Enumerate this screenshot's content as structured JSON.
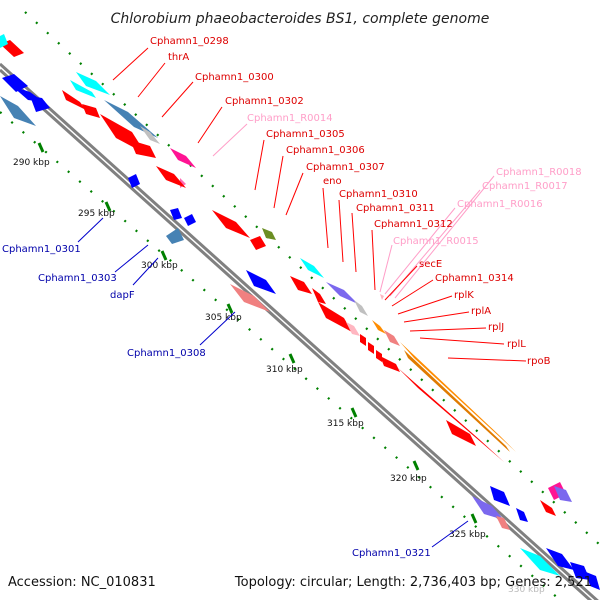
{
  "title": "Chlorobium phaeobacteroides BS1, complete genome",
  "accession": "Accession: NC_010831",
  "topology": "Topology: circular; Length: 2,736,403 bp; Genes: 2,521",
  "scale_labels": [
    "290 kbp",
    "295 kbp",
    "300 kbp",
    "305 kbp",
    "310 kbp",
    "315 kbp",
    "320 kbp",
    "325 kbp",
    "330 kbp"
  ],
  "colors": {
    "red": "#ff0000",
    "cyan": "#00ffff",
    "steelblue": "#4682b4",
    "gray": "#c0c0c0",
    "magenta": "#ff1493",
    "olive": "#6b8e23",
    "slateblue": "#7b68ee",
    "blue": "#0000ff",
    "pink": "#f08080",
    "orange": "#ff8c00",
    "rna": "#ff69b4",
    "backbone": "#808080",
    "tick": "#008000"
  },
  "gene_labels": {
    "g0298": "Cphamn1_0298",
    "thrA": "thrA",
    "g0300": "Cphamn1_0300",
    "g0302": "Cphamn1_0302",
    "r0014": "Cphamn1_R0014",
    "g0305": "Cphamn1_0305",
    "g0306": "Cphamn1_0306",
    "g0307": "Cphamn1_0307",
    "eno": "eno",
    "g0310": "Cphamn1_0310",
    "g0311": "Cphamn1_0311",
    "g0312": "Cphamn1_0312",
    "r0015": "Cphamn1_R0015",
    "r0016": "Cphamn1_R0016",
    "r0017": "Cphamn1_R0017",
    "r0018": "Cphamn1_R0018",
    "secE": "secE",
    "g0314": "Cphamn1_0314",
    "rplK": "rplK",
    "rplA": "rplA",
    "rplJ": "rplJ",
    "rplL": "rplL",
    "rpoB": "rpoB",
    "g0301": "Cphamn1_0301",
    "g0303": "Cphamn1_0303",
    "dapF": "dapF",
    "g0308": "Cphamn1_0308",
    "g0321": "Cphamn1_0321"
  }
}
